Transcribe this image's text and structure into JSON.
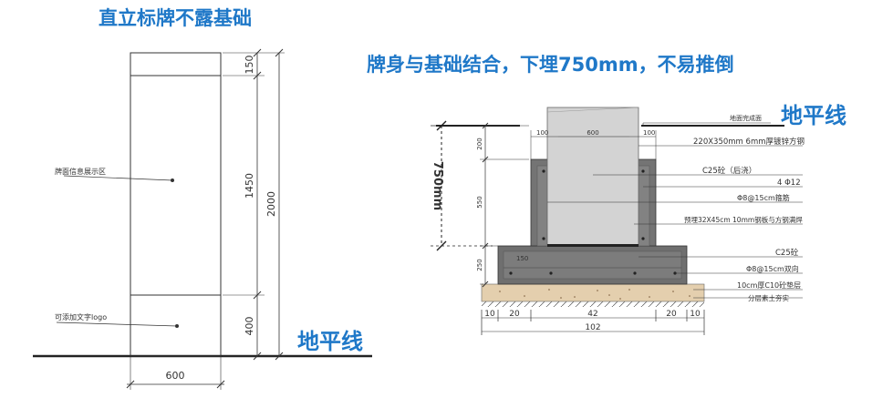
{
  "left_title": "直立标牌不露基础",
  "right_title": "牌身与基础结合，下埋750mm，不易推倒",
  "ground_label": "地平线",
  "left_drawing": {
    "label_info": "牌面信息展示区",
    "label_logo": "可添加文字logo",
    "dims": {
      "top": "150",
      "middle": "1450",
      "bottom": "400",
      "total": "2000",
      "width": "600"
    }
  },
  "right_drawing": {
    "depth_label": "750mm",
    "left_dims": {
      "d200": "200",
      "d550": "550",
      "d250": "250"
    },
    "top_dims": {
      "a": "100",
      "b": "600",
      "c": "100"
    },
    "inner_label": "150",
    "annotations": {
      "ground_surface": "地面完成面",
      "steel_tube": "220X350mm 6mm厚镀锌方钢",
      "c25_later": "C25砼（后浇）",
      "rebar_4": "4 Φ12",
      "stirrup": "Φ8@15cm箍筋",
      "embedded_plate": "预埋32X45cm 10mm钢板与方钢满焊",
      "c25": "C25砼",
      "mesh": "Φ8@15cm双向",
      "c10": "10cm厚C10砼垫层",
      "soil": "分层素土夯实"
    },
    "bottom_dims": {
      "d10a": "10",
      "d20a": "20",
      "d42": "42",
      "d20b": "20",
      "d10b": "10",
      "total": "102"
    }
  }
}
